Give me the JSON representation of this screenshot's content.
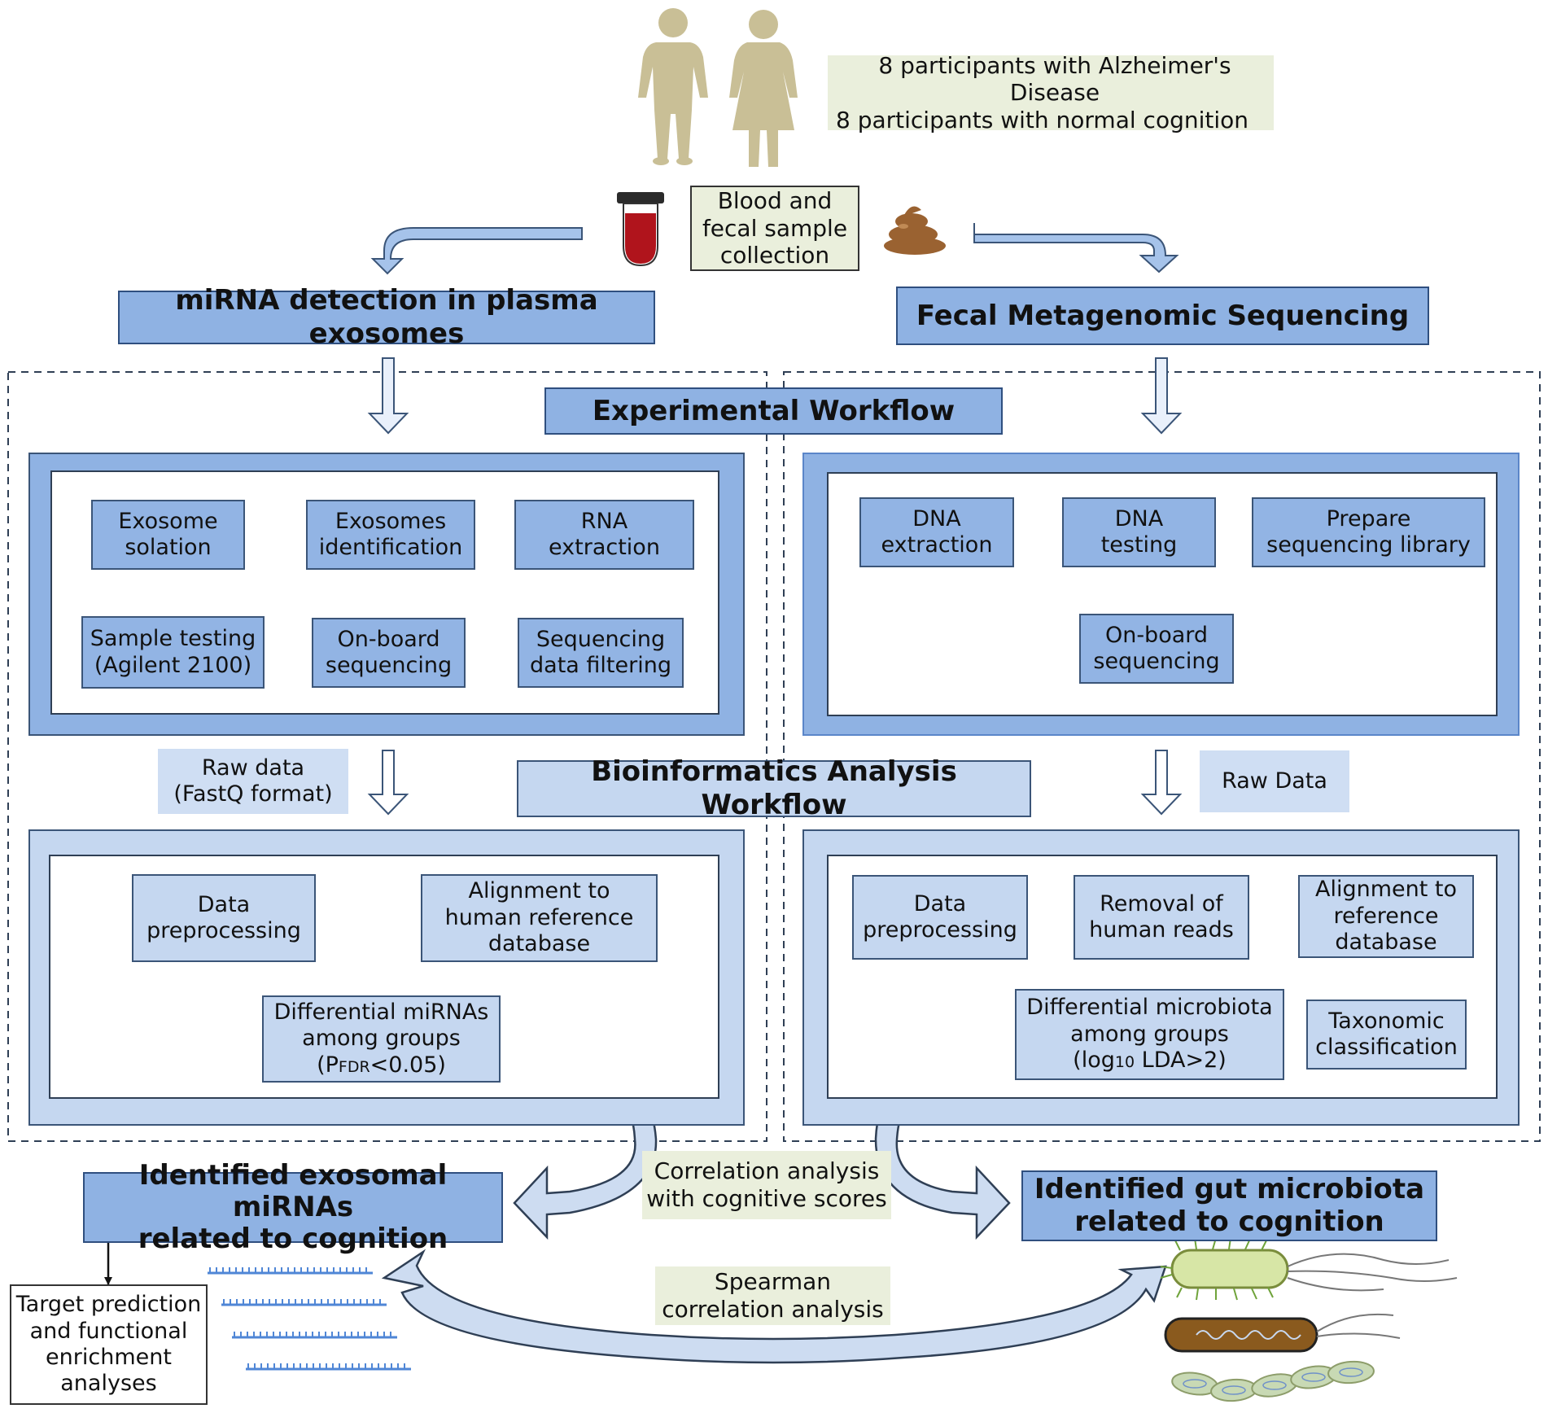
{
  "participants": {
    "line1": "8 participants with Alzheimer's Disease",
    "line2": "8 participants with normal cognition"
  },
  "collection": "Blood and\nfecal sample\ncollection",
  "left_header": "miRNA detection in plasma exosomes",
  "right_header": "Fecal Metagenomic Sequencing",
  "experimental_workflow": "Experimental Workflow",
  "bioinformatics_workflow": "Bioinformatics Analysis Workflow",
  "left_experimental_steps": [
    "Exosome\nsolation",
    "Exosomes\nidentification",
    "RNA\nextraction",
    "Sample testing\n(Agilent 2100)",
    "On-board\nsequencing",
    "Sequencing\ndata filtering"
  ],
  "right_experimental_steps": [
    "DNA\nextraction",
    "DNA\ntesting",
    "Prepare\nsequencing library",
    "On-board\nsequencing"
  ],
  "left_raw_data": "Raw data\n(FastQ format)",
  "right_raw_data": "Raw Data",
  "left_bio_steps": {
    "preprocessing": "Data\npreprocessing",
    "alignment": "Alignment to\nhuman reference\ndatabase",
    "differential_line1": "Differential miRNAs",
    "differential_line2": "among groups",
    "differential_p": "(P",
    "differential_sub": "FDR",
    "differential_rest": "<0.05)"
  },
  "right_bio_steps": {
    "preprocessing": "Data\npreprocessing",
    "removal": "Removal of\nhuman reads",
    "alignment": "Alignment to\nreference\ndatabase",
    "taxonomic": "Taxonomic\nclassification",
    "differential_line1": "Differential microbiota",
    "differential_line2": "among groups",
    "differential_pre": "(log",
    "differential_sub": "10",
    "differential_rest": " LDA>2)"
  },
  "correlation_note": "Correlation analysis\nwith cognitive scores",
  "left_result": "Identified exosomal miRNAs\nrelated to cognition",
  "right_result": "Identified gut microbiota\nrelated to cognition",
  "target_prediction": "Target prediction\nand functional\nenrichment\nanalyses",
  "spearman_note": "Spearman\ncorrelation analysis",
  "icons": [
    "male-person-icon",
    "female-person-icon",
    "blood-tube-icon",
    "feces-icon",
    "mirna-strands-icon",
    "bacteria-icon"
  ]
}
